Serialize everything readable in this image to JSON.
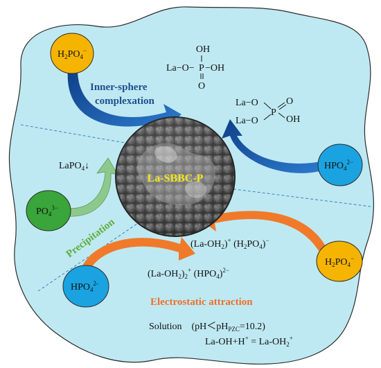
{
  "colors": {
    "blob": "#bfe9f2",
    "blob_stroke": "#2a2a2a",
    "ion_orange": "#f5b400",
    "ion_blue": "#1aa3e0",
    "ion_green": "#3aa53a",
    "arrow_blue": "#1f5fb0",
    "arrow_green": "#8dc98d",
    "arrow_orange": "#f07a2a",
    "label_blue": "#1f4e8c",
    "label_green": "#5fae3e",
    "label_orange": "#ee6f2a",
    "particle_label": "#f2e51c"
  },
  "particle": {
    "label": "La-SBBC-P",
    "icon": "sem-micrograph-sphere"
  },
  "ions": {
    "top_left": {
      "base": "H",
      "sub1": "2",
      "mid": "PO",
      "sub2": "4",
      "sup": "−"
    },
    "right_upper": {
      "base": "HPO",
      "sub2": "4",
      "sup": "2−"
    },
    "left": {
      "base": "PO",
      "sub2": "4",
      "sup": "3−"
    },
    "right_lower": {
      "base": "H",
      "sub1": "2",
      "mid": "PO",
      "sub2": "4",
      "sup": "−"
    },
    "bottom_left": {
      "base": "HPO",
      "sub2": "4",
      "sup": "2-"
    }
  },
  "mechanisms": {
    "inner_sphere_line1": "Inner-sphere",
    "inner_sphere_line2": "complexation",
    "precipitation": "Precipitation",
    "electrostatic": "Electrostatic attraction"
  },
  "structures": {
    "monodentate": {
      "oh_top": "OH",
      "la_o": "La−O−",
      "p": "P",
      "oh_right": "−OH",
      "o_bottom": "O"
    },
    "bidentate": {
      "la_o_top": "La−O",
      "la_o_bottom": "La−O",
      "p": "P",
      "o": "O",
      "oh": "OH"
    }
  },
  "products": {
    "lapo4": {
      "base": "LaPO",
      "sub": "4",
      "tail": "↓"
    },
    "electro1": {
      "a": "(La-OH",
      "a_sub": "2",
      "a_close": ")",
      "a_sup": "+",
      "b": " (H",
      "b_sub1": "2",
      "b_mid": "PO",
      "b_sub2": "4",
      "b_close": ")",
      "b_sup": "−"
    },
    "electro2": {
      "a": "(La-OH",
      "a_sub": "2",
      "a_close": ")",
      "a_sub2": "2",
      "a_sup": "+",
      "b": " (HPO",
      "b_sub": "4",
      "b_close": ")",
      "b_sup": "2−"
    }
  },
  "solution": {
    "line1_prefix": "Solution    (pH＜pH",
    "line1_sub": "PZC",
    "line1_suffix": "=10.2)",
    "line2_prefix": "La-OH+H",
    "line2_sup1": "+",
    "line2_mid": " = La-OH",
    "line2_sub": "2",
    "line2_sup2": "+"
  }
}
